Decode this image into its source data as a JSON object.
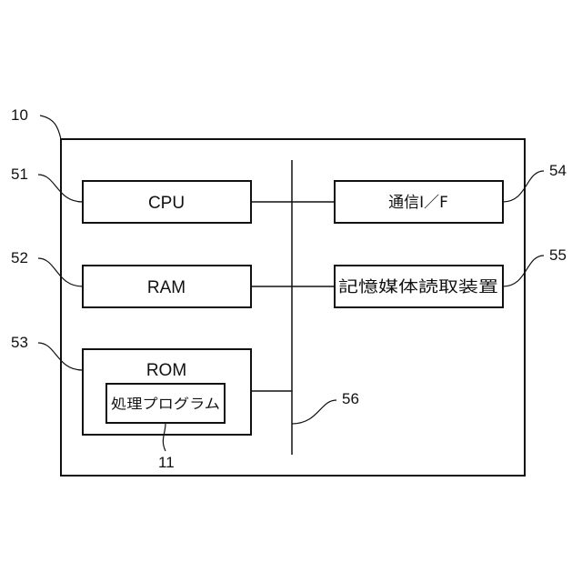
{
  "references": {
    "device": "10",
    "cpu": "51",
    "ram": "52",
    "rom": "53",
    "comm": "54",
    "reader": "55",
    "bus": "56",
    "program": "11"
  },
  "blocks": {
    "cpu": "CPU",
    "ram": "RAM",
    "rom": "ROM",
    "program": "処理プログラム",
    "comm": "通信I／F",
    "reader": "記憶媒体読取装置"
  }
}
